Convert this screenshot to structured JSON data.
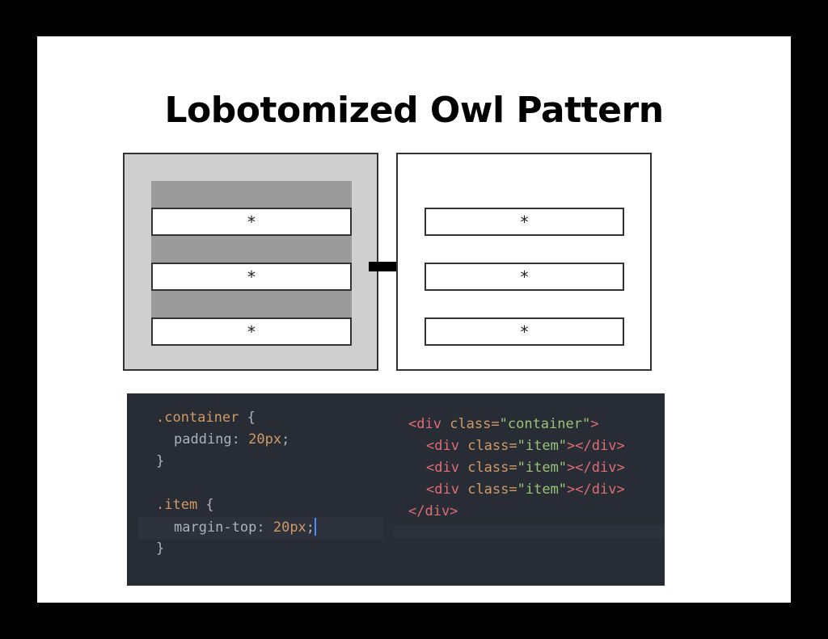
{
  "title": "Lobotomized Owl Pattern",
  "diagram": {
    "before_items": [
      "*",
      "*",
      "*"
    ],
    "after_items": [
      "*",
      "*",
      "*"
    ],
    "arrow_icon": "right-arrow-icon"
  },
  "code": {
    "css": {
      "container_selector": ".container",
      "brace_open": " {",
      "padding_prop": "padding:",
      "padding_value": "20px",
      "semicolon": ";",
      "brace_close": "}",
      "item_selector": ".item",
      "margin_prop": "margin-top:",
      "margin_value": "20px"
    },
    "html": {
      "open_tag": "<div",
      "attr": "class=",
      "container_class": "\"container\"",
      "item_class": "\"item\"",
      "gt": ">",
      "close_tag": "</div>"
    }
  }
}
